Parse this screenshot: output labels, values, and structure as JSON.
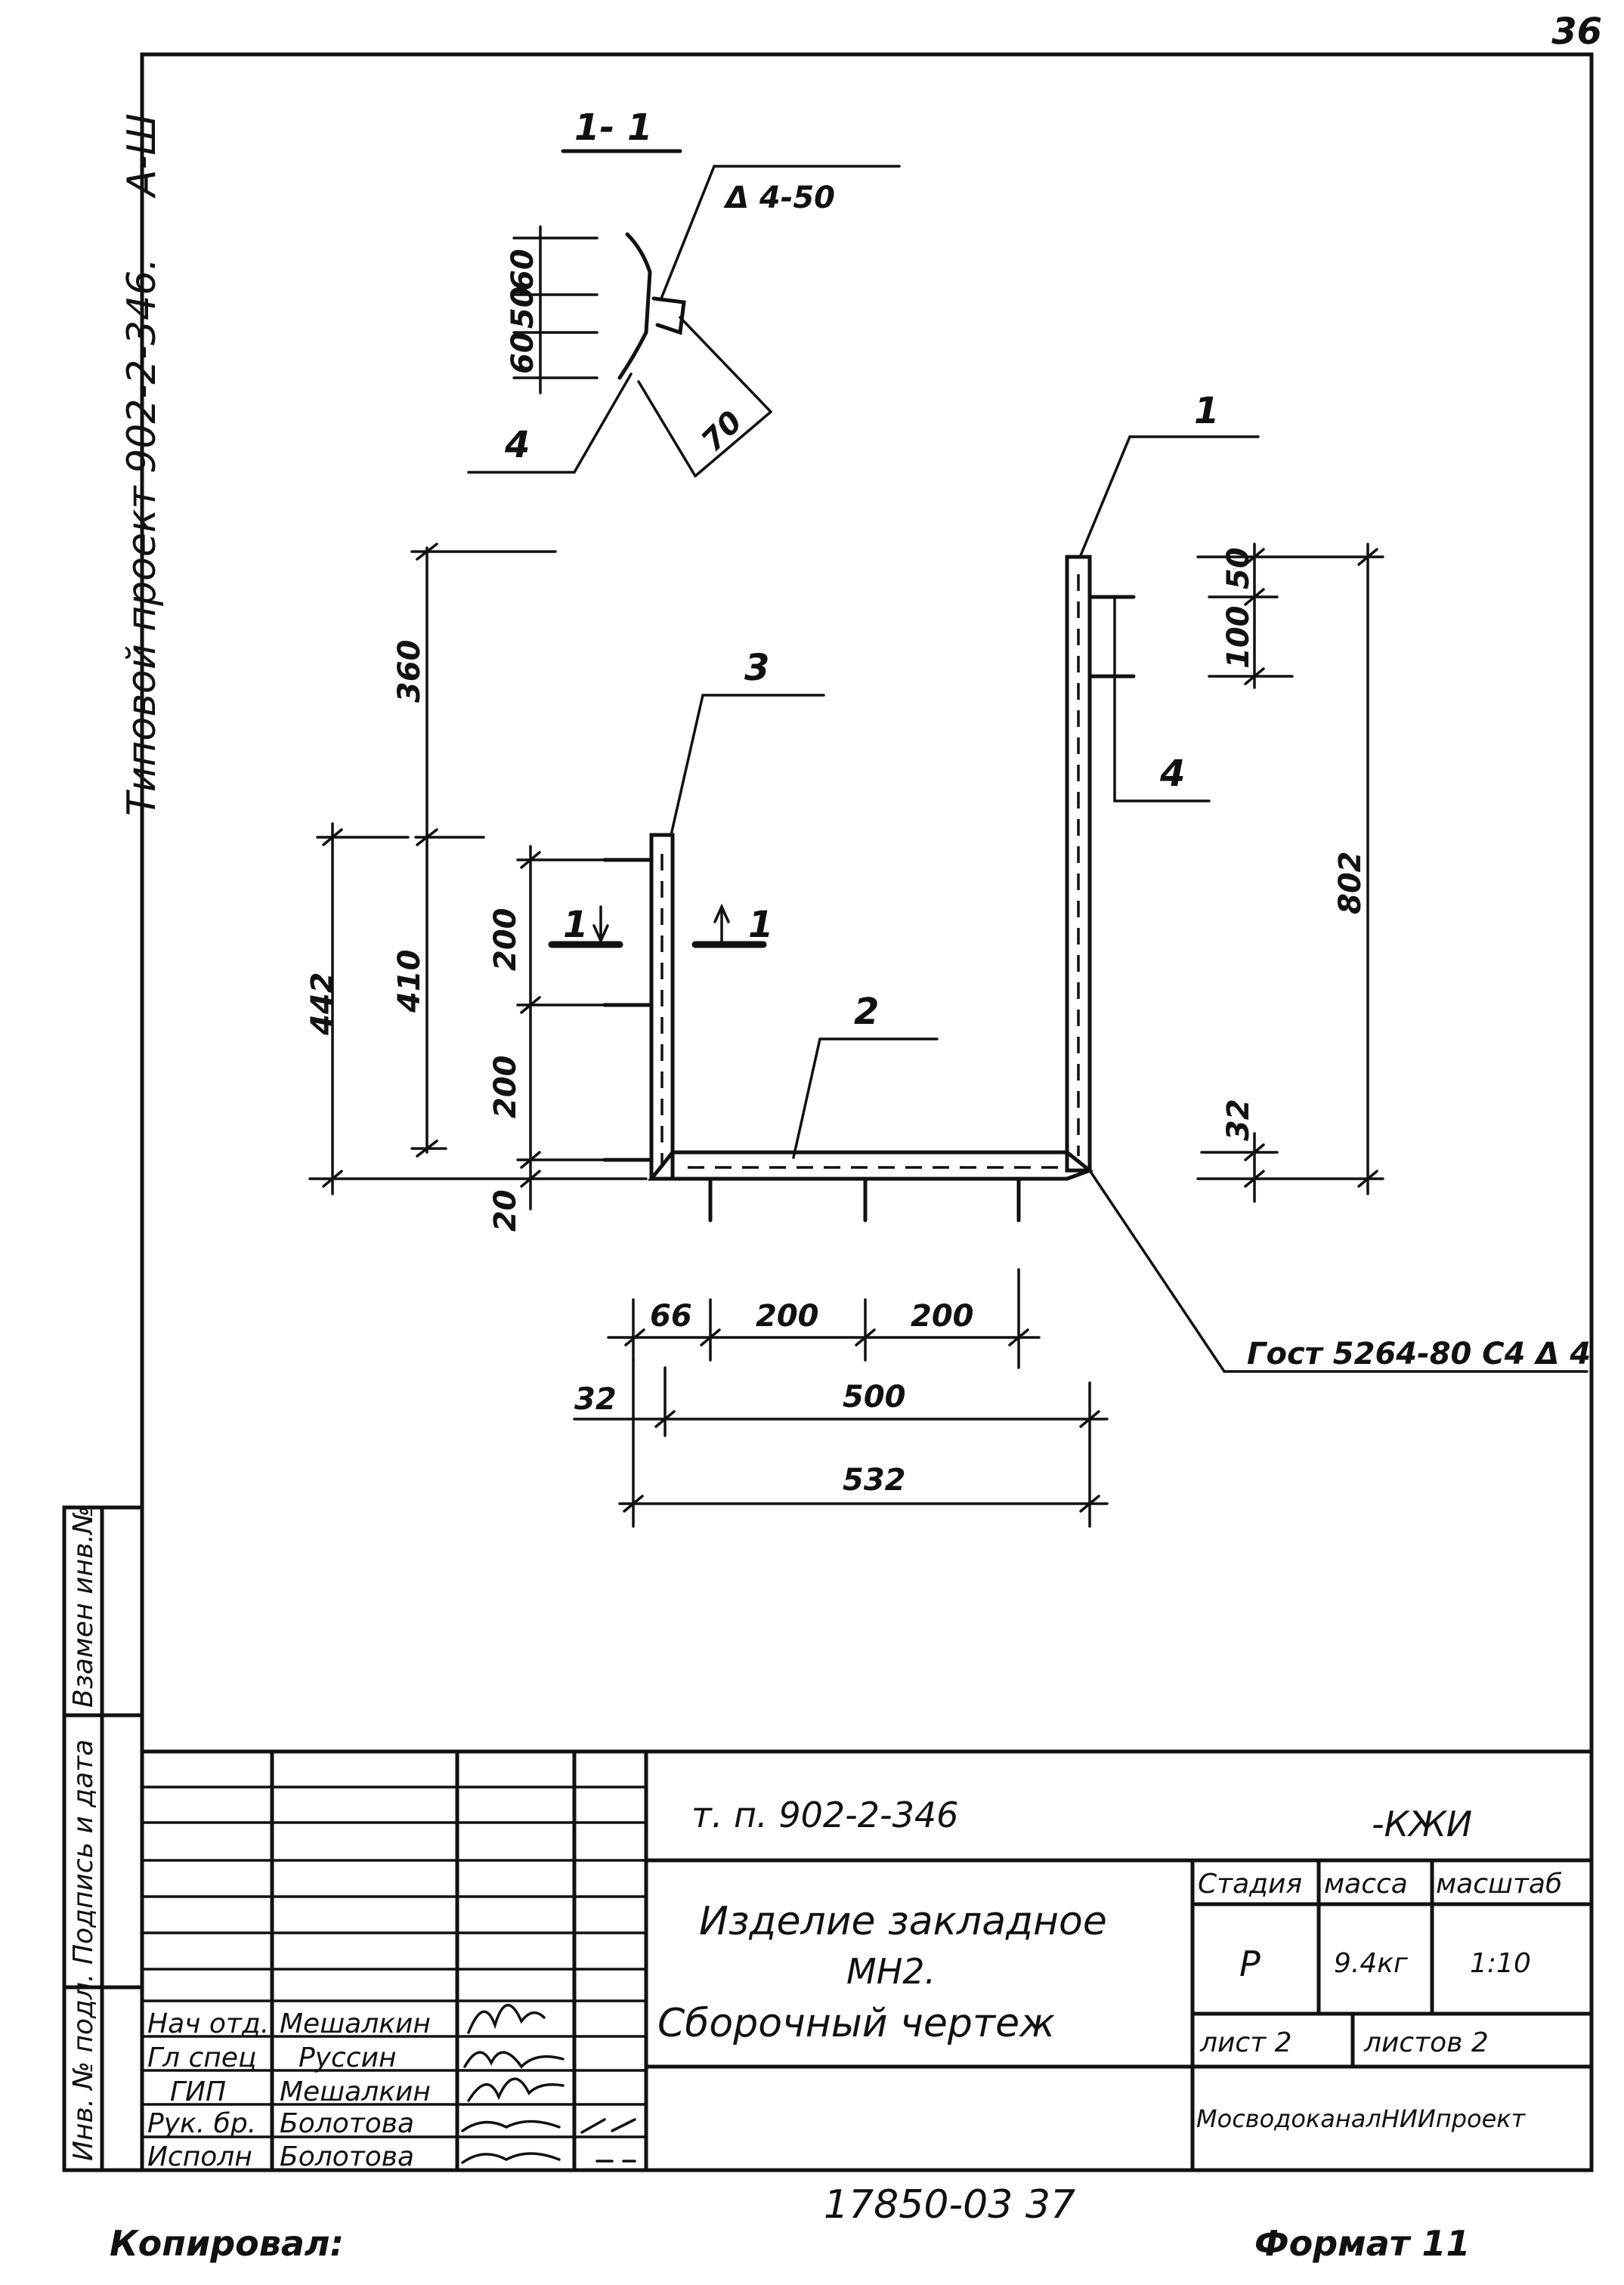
{
  "sheet_number": "36",
  "side_project": "Типовой проект 902-2-346.",
  "side_album": "А-Ш",
  "section": {
    "label": "1- 1",
    "weld": "Δ 4-50",
    "dims": [
      "60",
      "50",
      "60"
    ],
    "dim_70": "70",
    "part": "4"
  },
  "main": {
    "parts": [
      "1",
      "2",
      "3",
      "4"
    ],
    "cut": [
      "1",
      "1"
    ],
    "weld_std": "Гост 5264-80 С4 Δ 4",
    "dims_left": [
      "360",
      "442",
      "410",
      "200",
      "200",
      "20"
    ],
    "dims_right": [
      "50",
      "100",
      "802",
      "32"
    ],
    "dims_bottom": [
      "66",
      "200",
      "200",
      "32",
      "500",
      "532"
    ]
  },
  "side_stamp": [
    "Инв. № подл.",
    "Подпись и дата",
    "Взамен инв.№"
  ],
  "title_block": {
    "doc_code": "т. п. 902-2-346",
    "doc_suffix": "-КЖИ",
    "title_line1": "Изделие закладное",
    "title_line2": "МН2.",
    "title_line3": "Сборочный   чертеж",
    "col_stage": "Стадия",
    "col_mass": "масса",
    "col_scale": "масштаб",
    "stage": "Р",
    "mass": "9.4кг",
    "scale": "1:10",
    "sheet": "лист 2",
    "sheets": "листов 2",
    "org": "МосводоканалНИИпроект",
    "roles": [
      "Нач отд.",
      "Гл спец",
      "ГИП",
      "Рук. бр.",
      "Исполн"
    ],
    "names": [
      "Мешалкин",
      "Руссин",
      "Мешалкин",
      "Болотова",
      "Болотова"
    ]
  },
  "footer_copy": "Копировал:",
  "footer_number": "17850-03  37",
  "footer_format": "Формат 11"
}
